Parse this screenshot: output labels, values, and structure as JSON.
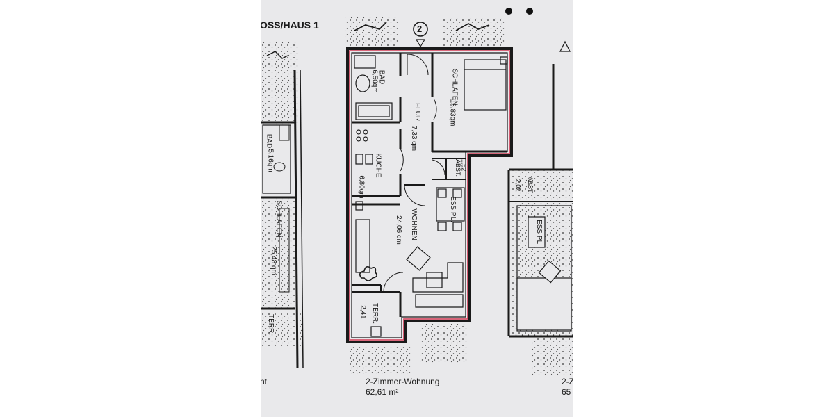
{
  "header": {
    "title": "OSS/HAUS 1",
    "unit_number": "2"
  },
  "rooms": {
    "bad": {
      "name": "BAD",
      "area": "6,50qm"
    },
    "flur": {
      "name": "FLUR",
      "area": "7,33 qm"
    },
    "schlafen": {
      "name": "SCHLAFEN",
      "area": "15,83qm"
    },
    "kueche": {
      "name": "KÜCHE",
      "area": "6,80qm"
    },
    "abst": {
      "name": "ABST.",
      "area": "1,52"
    },
    "wohnen": {
      "name": "WOHNEN",
      "area": "24,06 qm"
    },
    "esspl": {
      "name": "ESS PL."
    },
    "terr": {
      "name": "TERR.",
      "area": "2,41"
    }
  },
  "left_unit": {
    "bad": {
      "name": "BAD",
      "area": "5,16qm"
    },
    "schlafen": {
      "name": "SCHLAFEN",
      "area": "25,48 qm"
    },
    "terr": {
      "name": "TERR."
    },
    "caption_fragment": "nt"
  },
  "right_unit": {
    "abst": {
      "name": "ABST.",
      "area": "2,02"
    },
    "esspl": {
      "name": "ESS PL."
    },
    "caption_fragment_1": "2-Z",
    "caption_fragment_2": "65"
  },
  "caption": {
    "type": "2-Zimmer-Wohnung",
    "area": "62,61 m²"
  },
  "colors": {
    "paper": "#e9e9eb",
    "ink": "#1a1a1a",
    "highlight": "#d23a55"
  }
}
